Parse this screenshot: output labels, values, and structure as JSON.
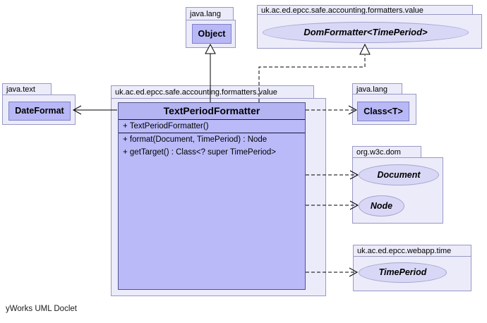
{
  "caption": "yWorks UML Doclet",
  "colors": {
    "package_fill": "#ebebfa",
    "package_border": "#9898c4",
    "class_node_fill": "#b8b8f6",
    "class_node_border": "#8181c7",
    "interface_fill": "#d8d8f6",
    "interface_border": "#a5a5d0",
    "main_class_header_fill": "#b4b4f2",
    "main_class_body_fill": "#babaf9",
    "edge_color": "#000000"
  },
  "packages": {
    "java_lang_top": {
      "title": "java.lang",
      "class_name": "Object"
    },
    "formatters_value_top": {
      "title": "uk.ac.ed.epcc.safe.accounting.formatters.value",
      "interface_name": "DomFormatter<TimePeriod>"
    },
    "java_text": {
      "title": "java.text",
      "class_name": "DateFormat"
    },
    "formatters_value_main": {
      "title": "uk.ac.ed.epcc.safe.accounting.formatters.value",
      "main_class": {
        "name": "TextPeriodFormatter",
        "constructors": [
          "+ TextPeriodFormatter()"
        ],
        "methods": [
          "+ format(Document, TimePeriod) : Node",
          "+ getTarget() : Class<? super TimePeriod>"
        ]
      }
    },
    "java_lang_right": {
      "title": "java.lang",
      "class_name": "Class<T>"
    },
    "org_w3c_dom": {
      "title": "org.w3c.dom",
      "interfaces": [
        "Document",
        "Node"
      ]
    },
    "webapp_time": {
      "title": "uk.ac.ed.epcc.webapp.time",
      "interface_name": "TimePeriod"
    }
  }
}
